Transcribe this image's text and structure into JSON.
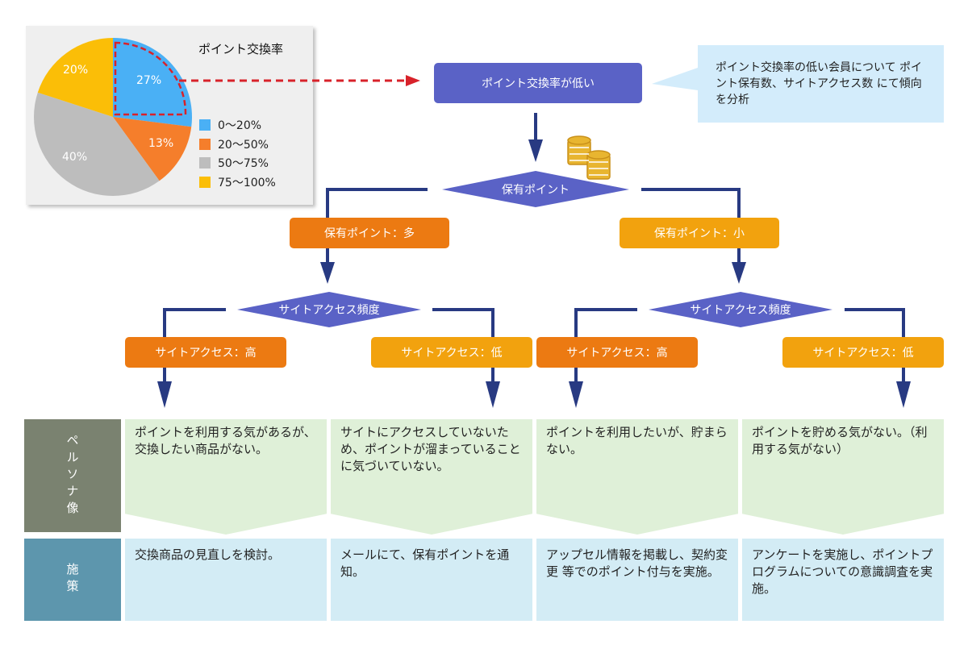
{
  "pie": {
    "title": "ポイント交換率",
    "slices": [
      {
        "label": "27%",
        "value": 27,
        "color": "#4ab0f5"
      },
      {
        "label": "13%",
        "value": 13,
        "color": "#f57e2b"
      },
      {
        "label": "40%",
        "value": 40,
        "color": "#bdbdbd"
      },
      {
        "label": "20%",
        "value": 20,
        "color": "#fbbe07"
      }
    ],
    "legend": [
      {
        "label": "0〜20%",
        "color": "#4ab0f5"
      },
      {
        "label": "20〜50%",
        "color": "#f57e2b"
      },
      {
        "label": "50〜75%",
        "color": "#bdbdbd"
      },
      {
        "label": "75〜100%",
        "color": "#fbbe07"
      }
    ]
  },
  "flow": {
    "main_box": "ポイント交換率が低い",
    "note": "ポイント交換率の低い会員について ポイント保有数、サイトアクセス数 にて傾向を分析",
    "holding_diamond": "保有ポイント",
    "holding_high": "保有ポイント：多",
    "holding_low": "保有ポイント：小",
    "access_diamond_left": "サイトアクセス頻度",
    "access_diamond_right": "サイトアクセス頻度",
    "leaves": [
      "サイトアクセス：高",
      "サイトアクセス：低",
      "サイトアクセス：高",
      "サイトアクセス：低"
    ]
  },
  "grid": {
    "persona_header": "ペルソナ像",
    "measure_header": "施策",
    "personas": [
      "ポイントを利用する気があるが、交換したい商品がない。",
      "サイトにアクセスしていないため、ポイントが溜まっていることに気づいていない。",
      "ポイントを利用したいが、貯まらない。",
      "ポイントを貯める気がない。（利用する気がない）"
    ],
    "measures": [
      "交換商品の見直しを検討。",
      "メールにて、保有ポイントを通知。",
      "アップセル情報を掲載し、契約変更 等でのポイント付与を実施。",
      "アンケートを実施し、ポイントプログラムについての意識調査を実施。"
    ]
  },
  "colors": {
    "blue_box": "#5a62c6",
    "orange": "#ec7a12",
    "amber": "#f2a20e",
    "navy_line": "#283a82",
    "dashed_red": "#d8222a",
    "persona_bg": "#dff0d8",
    "measure_bg": "#d3ecf5",
    "persona_head": "#7a8270",
    "measure_head": "#5d96ad"
  },
  "icons": [
    "coin-stack-icon"
  ]
}
